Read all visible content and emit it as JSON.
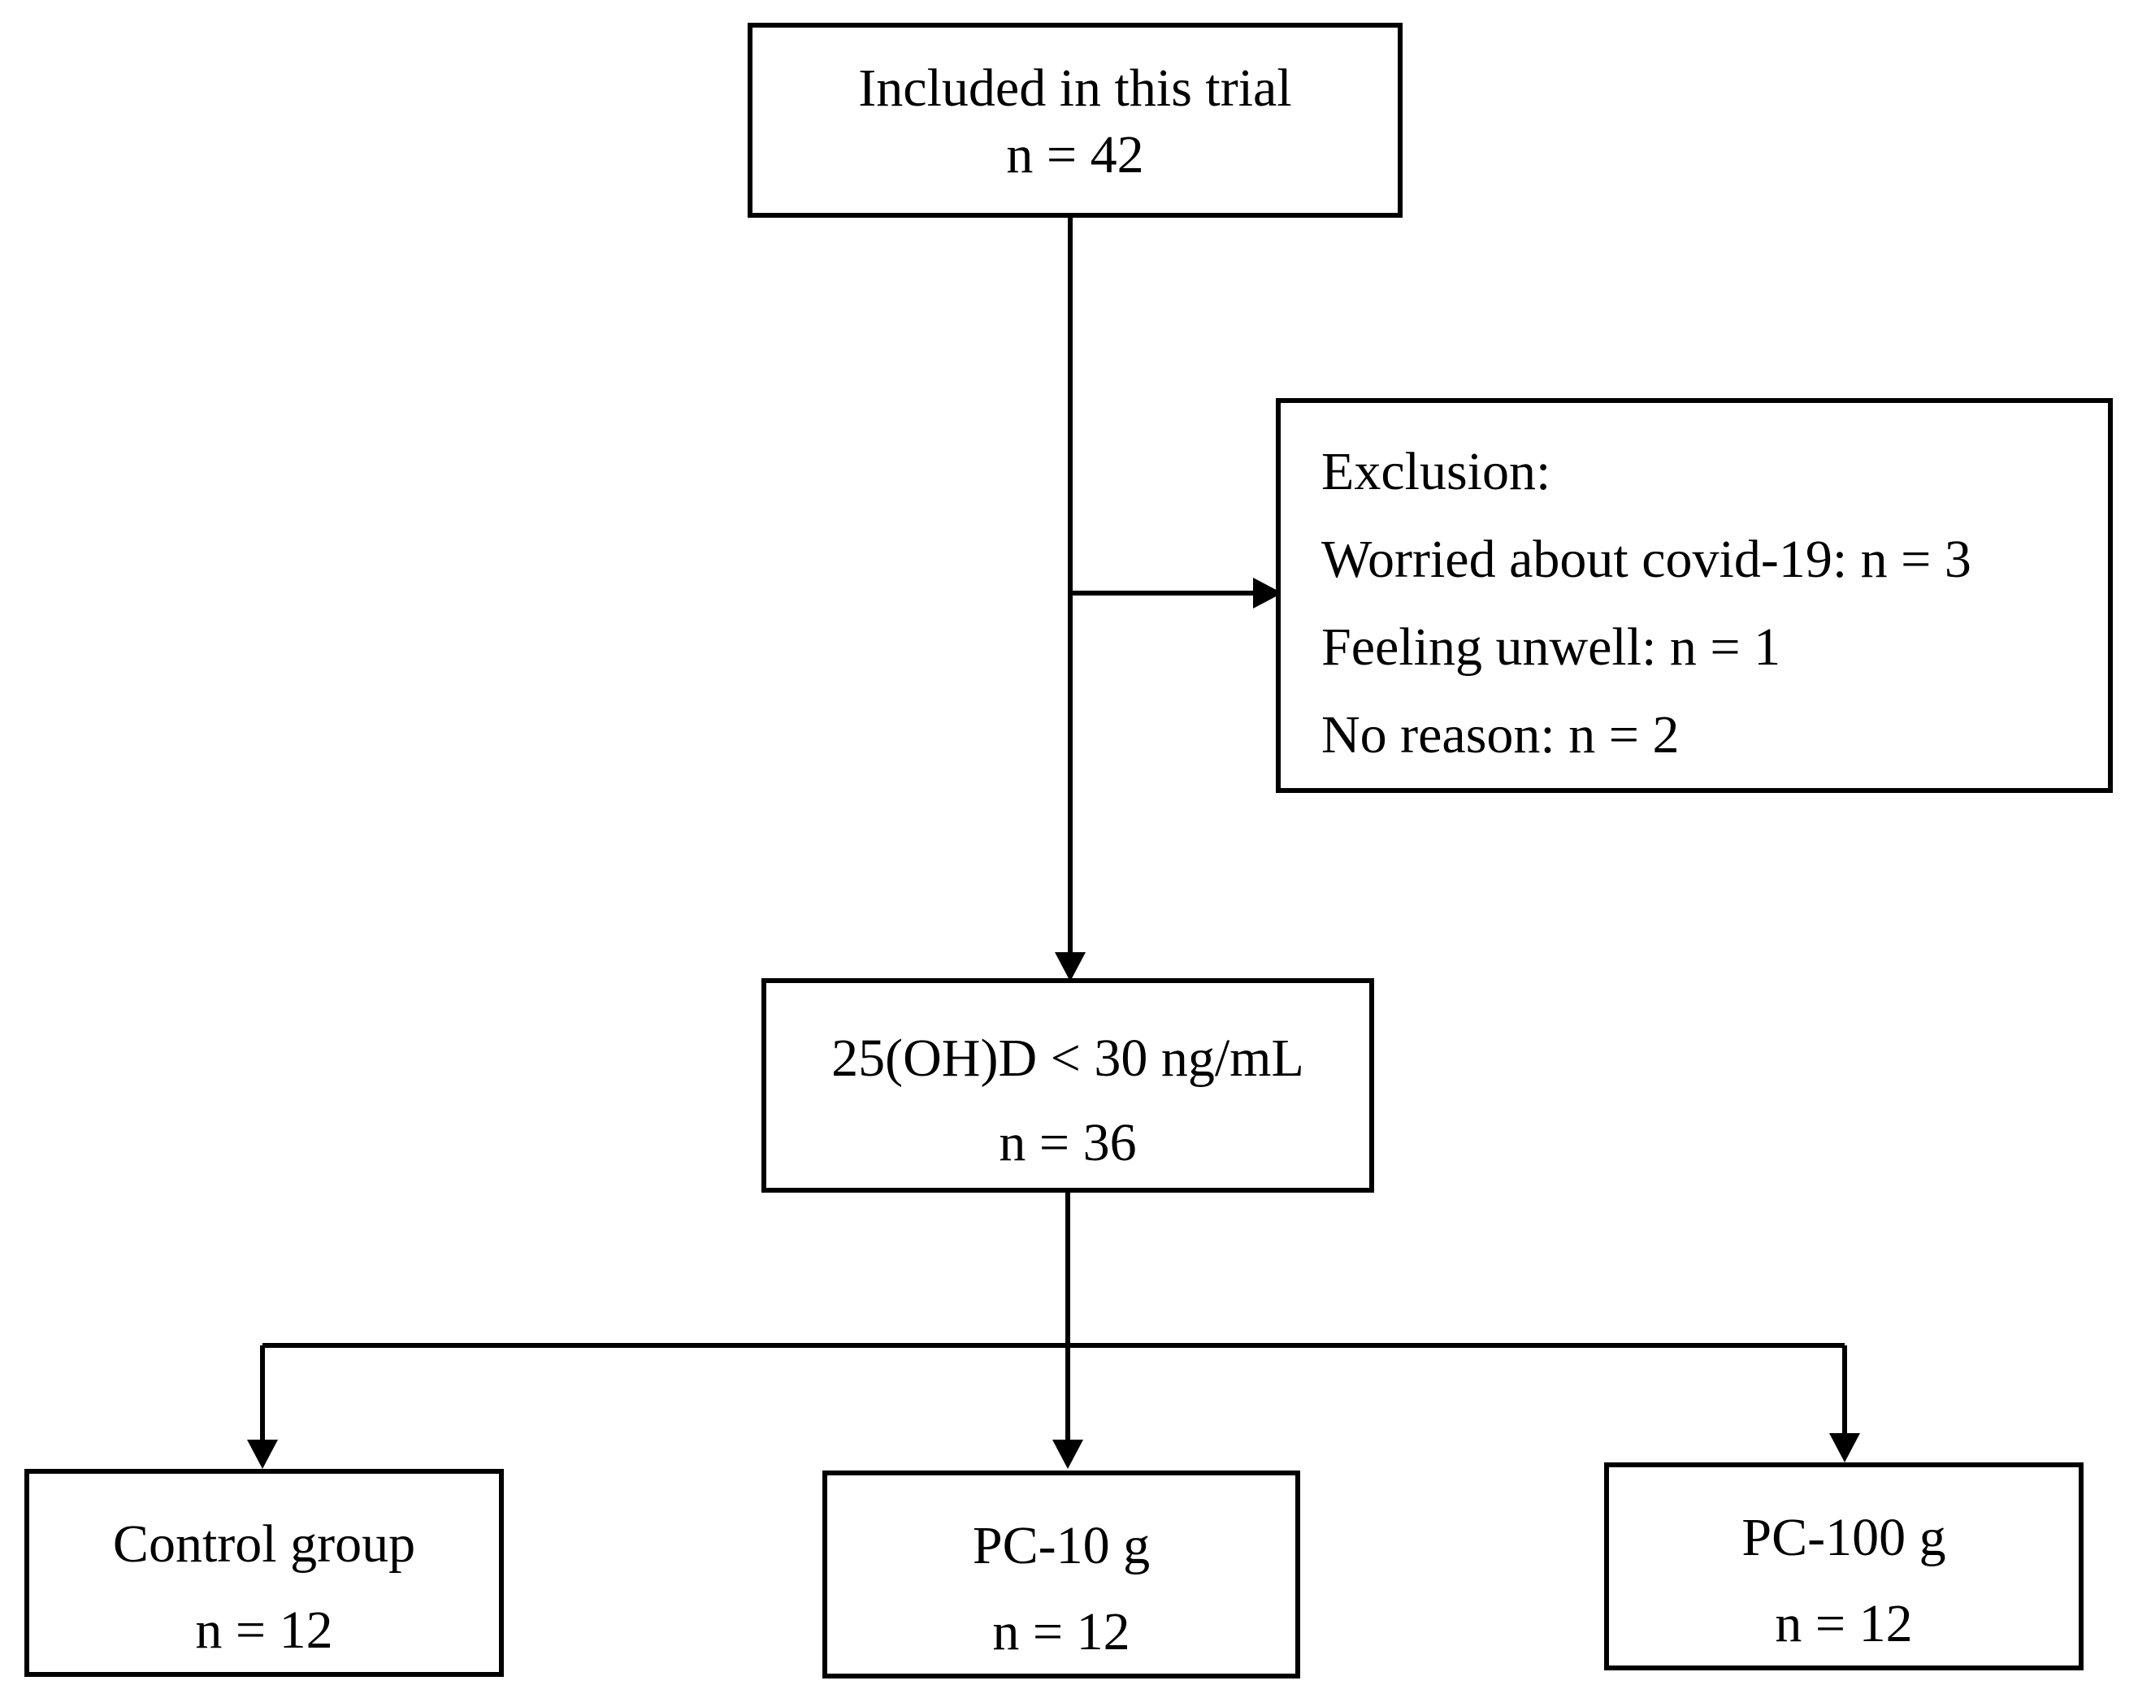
{
  "included": {
    "title": "Included in this trial",
    "count": "n = 42"
  },
  "exclusion": {
    "heading": "Exclusion:",
    "reasons": [
      "Worried about covid-19: n = 3",
      "Feeling unwell: n = 1",
      "No reason: n = 2"
    ]
  },
  "deficient": {
    "title": "25(OH)D < 30 ng/mL",
    "count": "n = 36"
  },
  "groups": [
    {
      "title": "Control group",
      "count": "n = 12"
    },
    {
      "title": "PC-10 g",
      "count": "n = 12"
    },
    {
      "title": "PC-100 g",
      "count": "n = 12"
    }
  ]
}
